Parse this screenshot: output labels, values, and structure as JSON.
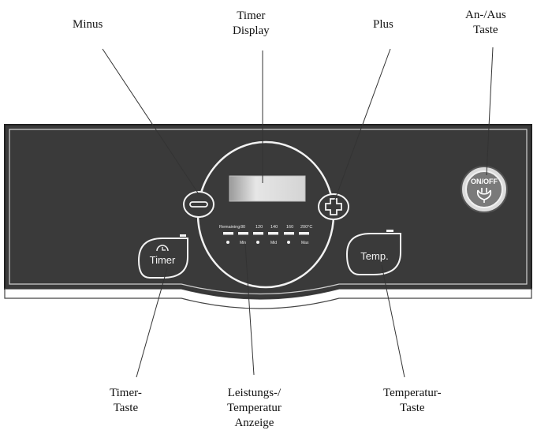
{
  "callouts": {
    "minus": {
      "line1": "Minus"
    },
    "timer_display": {
      "line1": "Timer",
      "line2": "Display"
    },
    "plus": {
      "line1": "Plus"
    },
    "on_off": {
      "line1": "An-/Aus",
      "line2": "Taste"
    },
    "timer_key": {
      "line1": "Timer-",
      "line2": "Taste"
    },
    "power_temp_indicator": {
      "line1": "Leistungs-/",
      "line2": "Temperatur",
      "line3": "Anzeige"
    },
    "temp_key": {
      "line1": "Temperatur-",
      "line2": "Taste"
    }
  },
  "panel": {
    "timer_button_label": "Timer",
    "temp_button_label": "Temp.",
    "onoff_button_label": "ON/OFF",
    "scale_labels": [
      "Remaining",
      "80",
      "120",
      "140",
      "160",
      "200°C"
    ],
    "scale_sub_labels": [
      "Min",
      "Mid",
      "Max"
    ]
  },
  "colors": {
    "panel_fill": "#3a3a3a",
    "panel_border": "#222222",
    "display_window": "#d8d8d8",
    "button_outline": "#f2f2f2",
    "leader_line": "#333333"
  },
  "icons": {
    "minus_button": "minus-icon",
    "plus_button": "plus-icon",
    "timer_button": "clock-icon",
    "onoff_button": "power-plug-icon"
  }
}
